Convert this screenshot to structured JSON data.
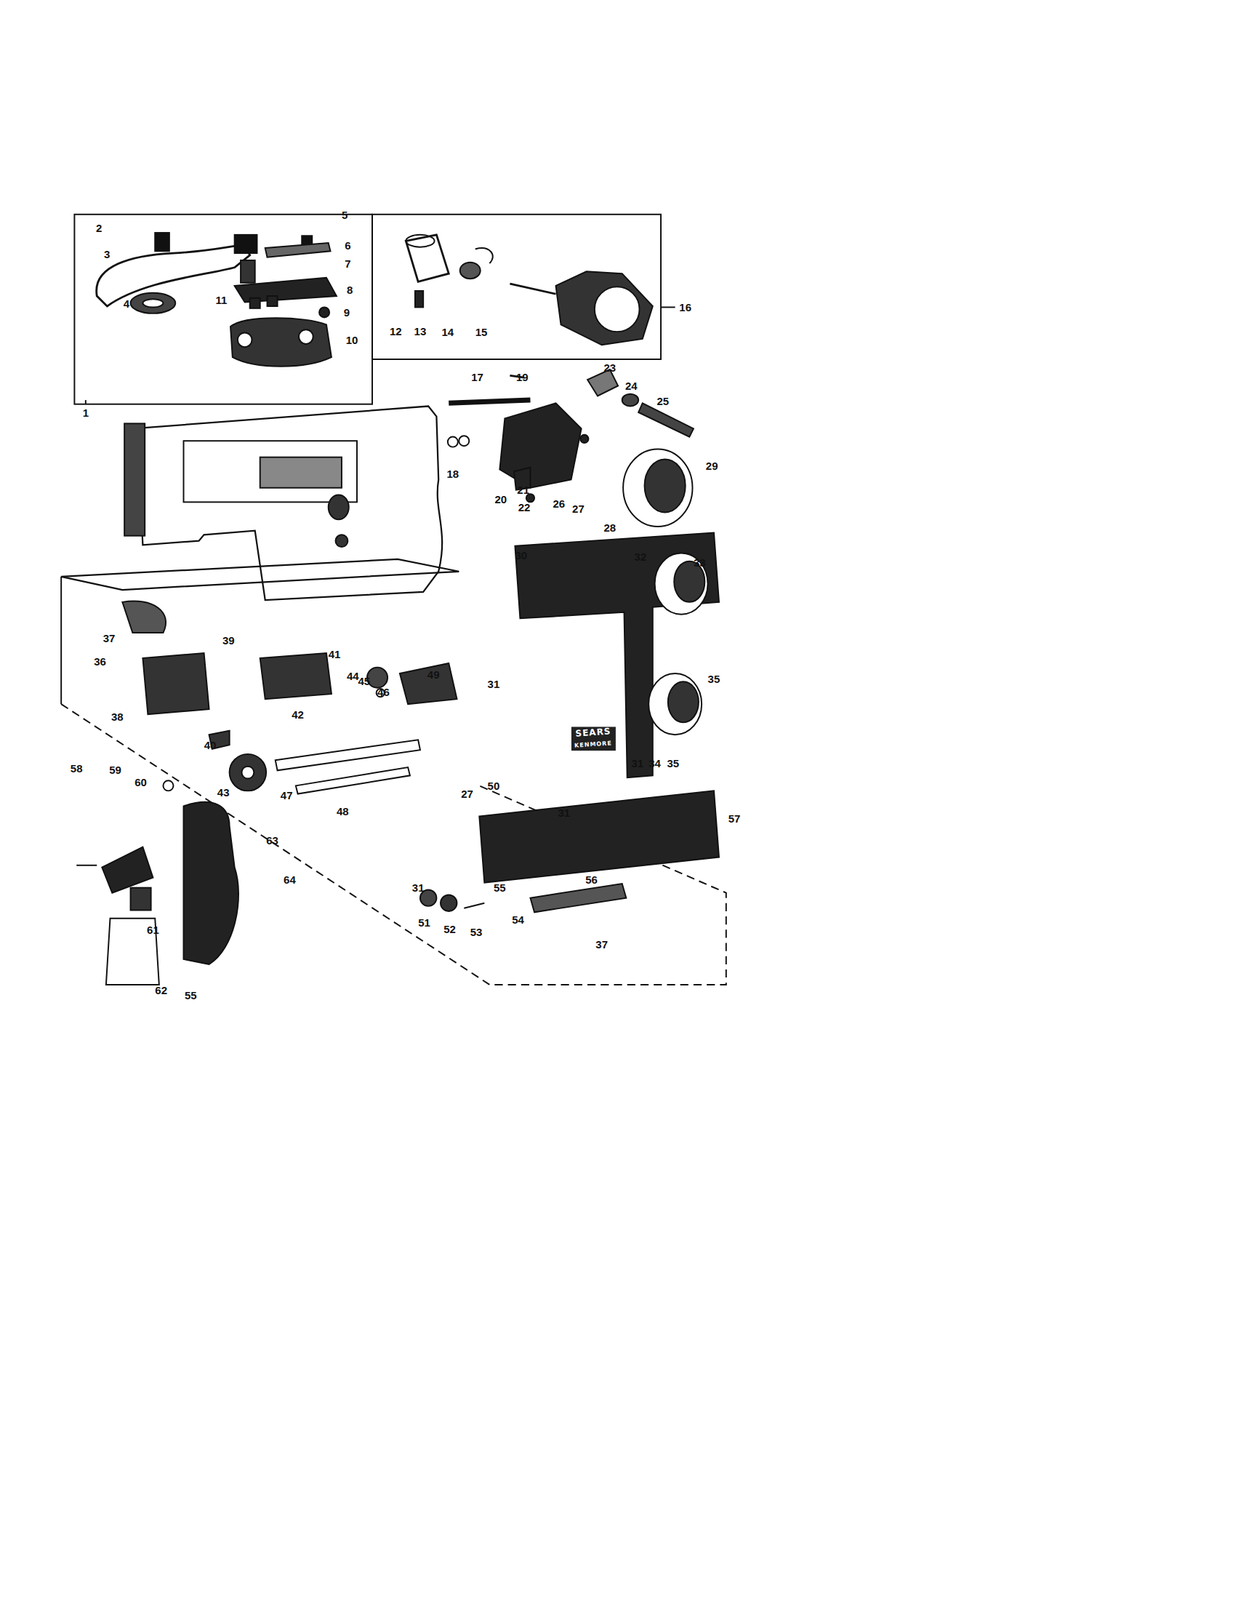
{
  "diagram": {
    "labels": [
      "2",
      "5",
      "3",
      "6",
      "7",
      "8",
      "4",
      "11",
      "9",
      "10",
      "1",
      "12",
      "13",
      "14",
      "15",
      "16",
      "17",
      "19",
      "23",
      "24",
      "25",
      "18",
      "29",
      "20",
      "21",
      "22",
      "26",
      "27",
      "28",
      "30",
      "32",
      "33",
      "31",
      "35",
      "31",
      "34",
      "35",
      "37",
      "39",
      "41",
      "36",
      "38",
      "40",
      "42",
      "44",
      "45",
      "46",
      "49",
      "43",
      "27",
      "50",
      "47",
      "48",
      "31",
      "57",
      "58",
      "59",
      "60",
      "63",
      "64",
      "31",
      "51",
      "52",
      "53",
      "55",
      "54",
      "56",
      "37",
      "61",
      "62",
      "55",
      "SEARS",
      "KENMORE"
    ]
  }
}
